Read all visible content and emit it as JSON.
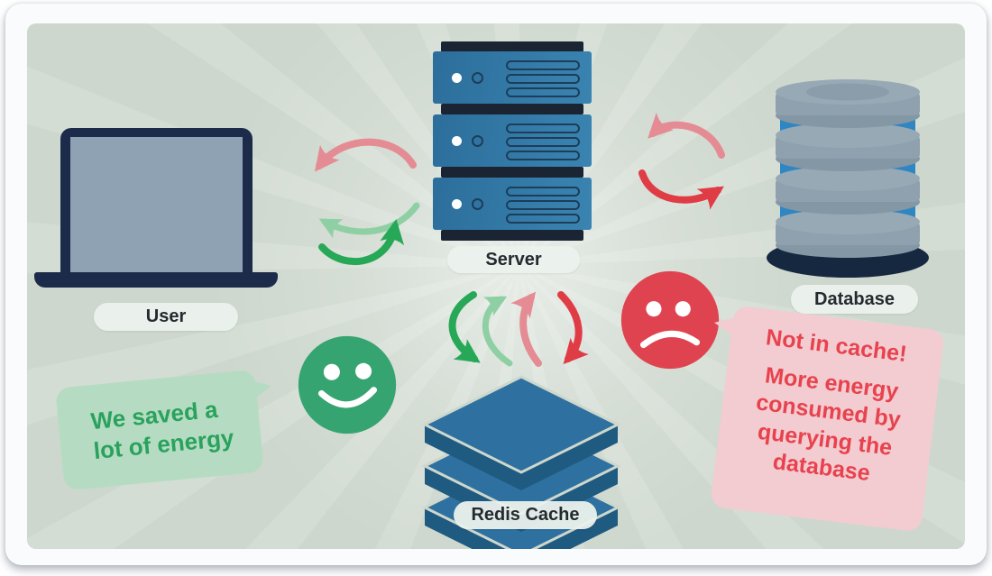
{
  "diagram": {
    "nodes": {
      "user": {
        "label": "User",
        "icon": "laptop-icon"
      },
      "server": {
        "label": "Server",
        "icon": "server-stack-icon"
      },
      "database": {
        "label": "Database",
        "icon": "database-cylinder-icon"
      },
      "redis": {
        "label": "Redis Cache",
        "icon": "cache-layers-icon"
      }
    },
    "bubbles": {
      "green": {
        "text": "We saved a lot of energy",
        "mood_icon": "happy-face-icon"
      },
      "pink": {
        "line1": "Not in cache!",
        "line2": "More energy consumed by querying the database",
        "mood_icon": "sad-face-icon"
      }
    },
    "arrows": [
      {
        "between": "user-server",
        "arrows": [
          "pink-left",
          "light-green-left",
          "green-right"
        ]
      },
      {
        "between": "server-database",
        "arrows": [
          "pink-left",
          "red-right"
        ]
      },
      {
        "between": "server-redis",
        "arrows": [
          "green-down",
          "light-green-up",
          "pink-up",
          "red-down"
        ]
      }
    ]
  },
  "colors": {
    "scene_background": "#cdd7cd",
    "card_background": "#fafbfc",
    "navy": "#1d2b4b",
    "server_blue": "#3177a6",
    "server_dark_bar": "#1a2433",
    "laptop_screen_gray": "#8ea2b4",
    "database_gray": "#8fa0ae",
    "database_blue_band": "#2f86c2",
    "database_base_navy": "#16283f",
    "redis_blue_face": "#2e71a0",
    "redis_blue_side": "#1f5a81",
    "arrow_green": "#27a857",
    "arrow_light_green": "#8fcfa4",
    "arrow_pink": "#e58b93",
    "arrow_red": "#e03c46",
    "happy_face_green": "#36a471",
    "sad_face_red": "#e04350",
    "bubble_green_bg": "#b5dcc2",
    "bubble_green_text": "#2aa25d",
    "bubble_pink_bg": "#f2ccd1",
    "bubble_pink_text": "#e8424e",
    "pill_bg": "#ebf1ec",
    "pill_text": "#242b2f"
  }
}
